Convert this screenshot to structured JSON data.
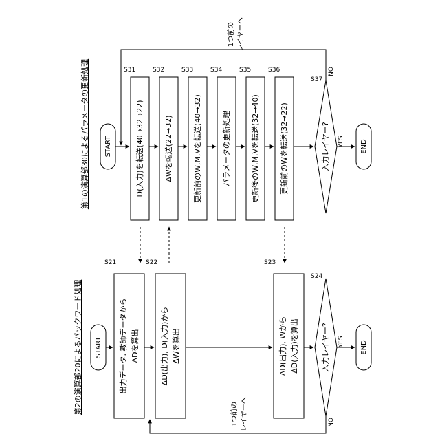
{
  "top_flow": {
    "title": "第1の演算部30によるパラメータの更新処理",
    "start": "START",
    "steps": [
      {
        "id": "S31",
        "text": "D(入力)を転送(40→32→22)"
      },
      {
        "id": "S32",
        "text": "ΔWを転送(22→32)"
      },
      {
        "id": "S33",
        "text": "更新前のW,M,Vを転送(40→32)"
      },
      {
        "id": "S34",
        "text": "パラメータの更新処理"
      },
      {
        "id": "S35",
        "text": "更新後のW,M,Vを転送(32→40)"
      },
      {
        "id": "S36",
        "text": "更新前のWを転送(32→22)"
      }
    ],
    "decision": {
      "id": "S37",
      "text": "入力レイヤー?",
      "yes": "YES",
      "no": "NO"
    },
    "loop_label_1": "1つ前の",
    "loop_label_2": "レイヤーへ",
    "end": "END"
  },
  "bottom_flow": {
    "title": "第2の演算部20によるバックワード処理",
    "start": "START",
    "steps": [
      {
        "id": "S21",
        "line1": "出力データ, 教師データから",
        "line2": "ΔDを算出"
      },
      {
        "id": "S22",
        "line1": "ΔD(出力), D(入力)から",
        "line2": "ΔWを算出"
      },
      {
        "id": "S23",
        "line1": "ΔD(出力), Wから",
        "line2": "ΔD(入力)を算出"
      }
    ],
    "decision": {
      "id": "S24",
      "text": "入力レイヤー?",
      "yes": "YES",
      "no": "NO"
    },
    "loop_label_1": "1つ前の",
    "loop_label_2": "レイヤーへ",
    "end": "END"
  }
}
